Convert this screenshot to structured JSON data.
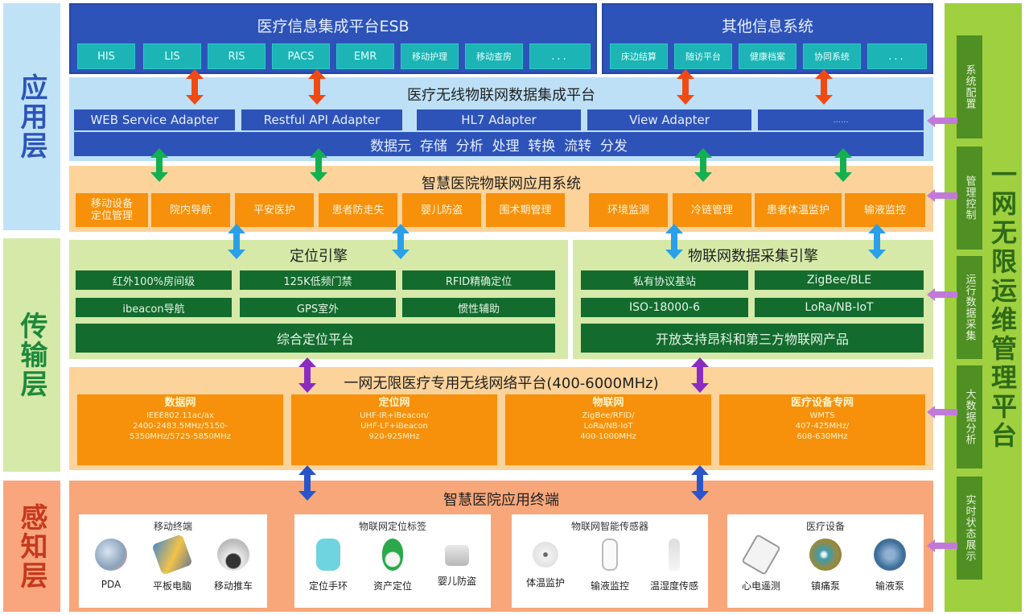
{
  "layers": {
    "application": "应用层",
    "transport": "传输层",
    "perception": "感知层"
  },
  "esb": {
    "title": "医疗信息集成平台ESB",
    "items": [
      "HIS",
      "LIS",
      "RIS",
      "PACS",
      "EMR",
      "移动护理",
      "移动查房",
      "..."
    ]
  },
  "other_systems": {
    "title": "其他信息系统",
    "items": [
      "床边结算",
      "随访平台",
      "健康档案",
      "协同系统",
      "..."
    ]
  },
  "iot_integration": {
    "title": "医疗无线物联网数据集成平台",
    "adapters": [
      "WEB Service Adapter",
      "Restful API Adapter",
      "HL7 Adapter",
      "View Adapter",
      "......"
    ],
    "data_bar": "数据元  存储  分析  处理  转换  流转  分发"
  },
  "app_system": {
    "title": "智慧医院物联网应用系统",
    "items": [
      "移动设备\n定位管理",
      "院内导航",
      "平安医护",
      "患者防走失",
      "婴儿防盗",
      "围术期管理",
      "环境监测",
      "冷链管理",
      "患者体温监护",
      "输液监控"
    ]
  },
  "positioning_engine": {
    "title": "定位引擎",
    "items": [
      "红外100%房间级",
      "125K低频门禁",
      "RFID精确定位",
      "ibeacon导航",
      "GPS室外",
      "惯性辅助"
    ],
    "platform": "综合定位平台"
  },
  "iot_collection_engine": {
    "title": "物联网数据采集引擎",
    "items": [
      "私有协议基站",
      "ZigBee/BLE",
      "ISO-18000-6",
      "LoRa/NB-IoT"
    ],
    "platform": "开放支持昂科和第三方物联网产品"
  },
  "wireless_platform": {
    "title": "一网无限医疗专用无线网络平台(400-6000MHz)",
    "networks": [
      {
        "name": "数据网",
        "lines": [
          "IEEE802.11ac/ax",
          "2400-2483.5MHz/5150-",
          "5350MHz/5725-5850MHz"
        ]
      },
      {
        "name": "定位网",
        "lines": [
          "UHF-IR+iBeacon/",
          "UHF-LF+iBeacon",
          "920-925MHz"
        ]
      },
      {
        "name": "物联网",
        "lines": [
          "ZigBee/RFID/",
          "LoRa/NB-IoT",
          "400-1000MHz"
        ]
      },
      {
        "name": "医疗设备专网",
        "lines": [
          "WMTS",
          "407-425MHz/",
          "608-630MHz"
        ]
      }
    ]
  },
  "terminals": {
    "title": "智慧医院应用终端",
    "groups": [
      {
        "name": "移动终端",
        "devices": [
          "PDA",
          "平板电脑",
          "移动推车"
        ]
      },
      {
        "name": "物联网定位标签",
        "devices": [
          "定位手环",
          "资产定位",
          "婴儿防盗"
        ]
      },
      {
        "name": "物联网智能传感器",
        "devices": [
          "体温监护",
          "输液监控",
          "温湿度传感"
        ]
      },
      {
        "name": "医疗设备",
        "devices": [
          "心电遥测",
          "镇痛泵",
          "输液泵"
        ]
      }
    ]
  },
  "ops_platform": {
    "title": "一网无限运维管理平台",
    "items": [
      "系统配置",
      "管理控制",
      "运行数据采集",
      "大数据分析",
      "实时状态展示"
    ]
  },
  "colors": {
    "esb_blue": "#2d53b9",
    "teal": "#1cb4b4",
    "orange": "#f7900b",
    "dark_green": "#136b2e",
    "lime": "#9ed03f",
    "arrow_red": "#f04a14",
    "arrow_green": "#14b050",
    "arrow_cyan": "#2aa0e8",
    "arrow_purple": "#8a2cc0",
    "arrow_blue": "#2a55c8",
    "arrow_pink": "#c17ad8"
  }
}
